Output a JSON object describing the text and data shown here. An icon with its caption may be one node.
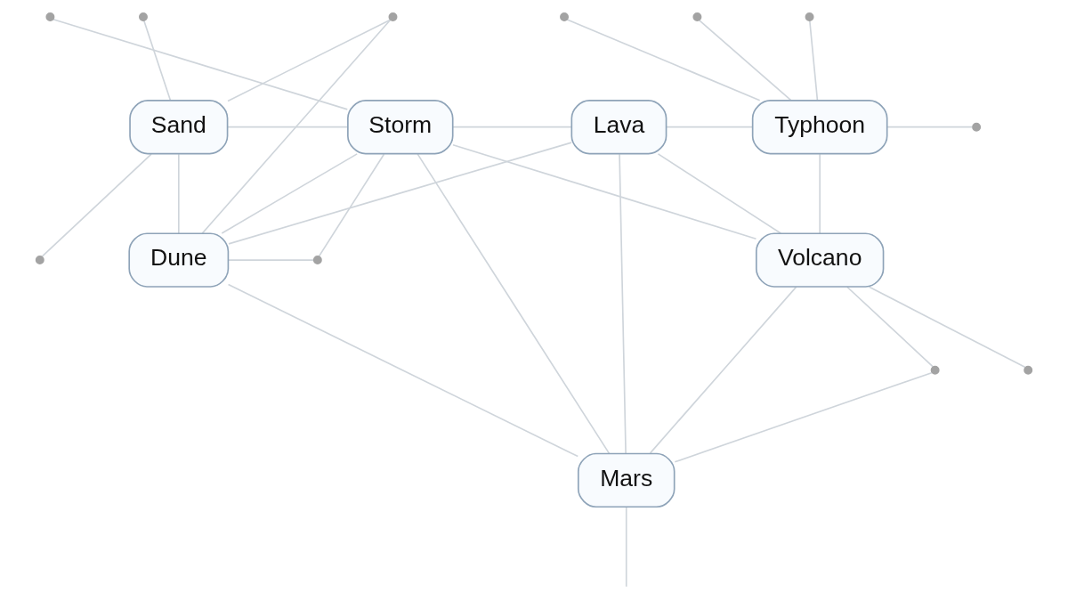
{
  "diagram": {
    "nodes": [
      {
        "text": [
          "Sand"
        ]
      },
      {
        "text": [
          "Storm"
        ]
      },
      {
        "text": [
          "Lava"
        ]
      },
      {
        "text": [
          "Typhoon"
        ]
      },
      {
        "text": [
          "Dune"
        ]
      },
      {
        "text": [
          "Volcano"
        ]
      },
      {
        "text": [
          "Mars"
        ]
      },
      {
        "text": [],
        "shape": "circle"
      },
      {
        "text": [],
        "shape": "circle"
      },
      {
        "text": [],
        "shape": "circle"
      },
      {
        "text": [],
        "shape": "circle"
      },
      {
        "text": [],
        "shape": "circle"
      },
      {
        "text": [],
        "shape": "circle"
      },
      {
        "text": [],
        "shape": "circle"
      },
      {
        "text": [],
        "shape": "circle"
      },
      {
        "text": [],
        "shape": "circle"
      },
      {
        "text": [],
        "shape": "circle"
      },
      {
        "text": [],
        "shape": "circle"
      }
    ],
    "edges": [
      {
        "from": 0,
        "to": 1,
        "arrow": "none"
      },
      {
        "from": 1,
        "to": 2,
        "arrow": "none"
      },
      {
        "from": 2,
        "to": 3,
        "arrow": "none"
      },
      {
        "from": 0,
        "to": 4,
        "arrow": "none"
      },
      {
        "from": 1,
        "to": 4,
        "arrow": "none"
      },
      {
        "from": 2,
        "to": 4,
        "arrow": "none"
      },
      {
        "from": 1,
        "to": 5,
        "arrow": "none"
      },
      {
        "from": 2,
        "to": 5,
        "arrow": "none"
      },
      {
        "from": 3,
        "to": 5,
        "arrow": "none"
      },
      {
        "from": 4,
        "to": 6,
        "arrow": "none"
      },
      {
        "from": 1,
        "to": 6,
        "arrow": "none"
      },
      {
        "from": 2,
        "to": 6,
        "arrow": "none"
      },
      {
        "from": 5,
        "to": 6,
        "arrow": "none"
      },
      {
        "from": 0,
        "to": 7,
        "arrow": "none"
      },
      {
        "from": 0,
        "to": 8,
        "arrow": "none"
      },
      {
        "from": 0,
        "to": 9,
        "arrow": "none"
      },
      {
        "from": 9,
        "to": 4,
        "arrow": "none"
      },
      {
        "from": 1,
        "to": 10,
        "arrow": "none"
      },
      {
        "from": 1,
        "to": 11,
        "arrow": "none"
      },
      {
        "from": 4,
        "to": 11,
        "arrow": "none"
      },
      {
        "from": 3,
        "to": 12,
        "arrow": "none"
      },
      {
        "from": 3,
        "to": 13,
        "arrow": "none"
      },
      {
        "from": 3,
        "to": 14,
        "arrow": "none"
      },
      {
        "from": 3,
        "to": 15,
        "arrow": "none"
      },
      {
        "from": 5,
        "to": 16,
        "arrow": "none"
      },
      {
        "from": 5,
        "to": 17,
        "arrow": "none"
      },
      {
        "from": 17,
        "to": 6,
        "arrow": "none"
      },
      {
        "from": 6,
        "to": null,
        "arrow": "none"
      }
    ]
  }
}
